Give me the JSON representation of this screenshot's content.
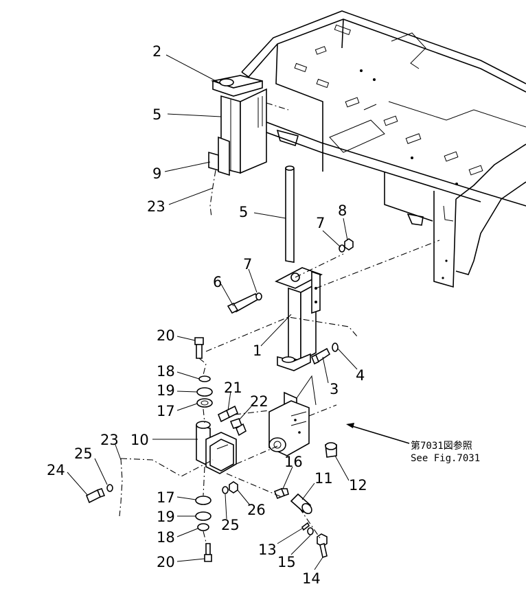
{
  "callouts": [
    {
      "id": "2",
      "label": "2"
    },
    {
      "id": "5a",
      "label": "5"
    },
    {
      "id": "9",
      "label": "9"
    },
    {
      "id": "23a",
      "label": "23"
    },
    {
      "id": "5b",
      "label": "5"
    },
    {
      "id": "7a",
      "label": "7"
    },
    {
      "id": "8",
      "label": "8"
    },
    {
      "id": "7b",
      "label": "7"
    },
    {
      "id": "6",
      "label": "6"
    },
    {
      "id": "1",
      "label": "1"
    },
    {
      "id": "20a",
      "label": "20"
    },
    {
      "id": "4",
      "label": "4"
    },
    {
      "id": "3",
      "label": "3"
    },
    {
      "id": "18a",
      "label": "18"
    },
    {
      "id": "19a",
      "label": "19"
    },
    {
      "id": "21",
      "label": "21"
    },
    {
      "id": "22",
      "label": "22"
    },
    {
      "id": "17a",
      "label": "17"
    },
    {
      "id": "23b",
      "label": "23"
    },
    {
      "id": "10",
      "label": "10"
    },
    {
      "id": "25a",
      "label": "25"
    },
    {
      "id": "24",
      "label": "24"
    },
    {
      "id": "16",
      "label": "16"
    },
    {
      "id": "11",
      "label": "11"
    },
    {
      "id": "12",
      "label": "12"
    },
    {
      "id": "17b",
      "label": "17"
    },
    {
      "id": "26",
      "label": "26"
    },
    {
      "id": "19b",
      "label": "19"
    },
    {
      "id": "25b",
      "label": "25"
    },
    {
      "id": "18b",
      "label": "18"
    },
    {
      "id": "13",
      "label": "13"
    },
    {
      "id": "15",
      "label": "15"
    },
    {
      "id": "14",
      "label": "14"
    },
    {
      "id": "20b",
      "label": "20"
    }
  ],
  "reference": {
    "jp": "第7031図参照",
    "en": "See Fig.7031"
  }
}
